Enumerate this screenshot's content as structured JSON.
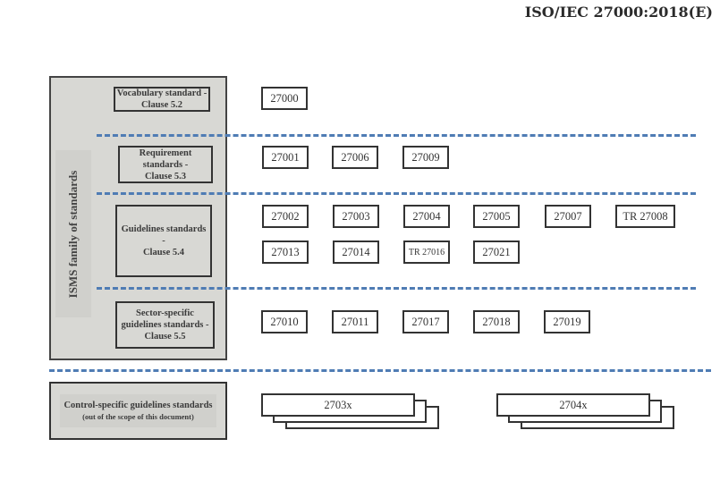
{
  "header": {
    "title": "ISO/IEC 27000:2018(E)"
  },
  "isms_group": {
    "label": "ISMS family of standards"
  },
  "categories": [
    {
      "id": "vocabulary",
      "label": "Vocabulary standard -\nClause 5.2",
      "standards": [
        "27000"
      ]
    },
    {
      "id": "requirement",
      "label": "Requirement\nstandards -\nClause 5.3",
      "standards": [
        "27001",
        "27006",
        "27009"
      ]
    },
    {
      "id": "guidelines",
      "label": "Guidelines standards\n-\nClause 5.4",
      "standards": [
        "27002",
        "27003",
        "27004",
        "27005",
        "27007",
        "TR 27008",
        "27013",
        "27014",
        "TR 27016",
        "27021"
      ]
    },
    {
      "id": "sector",
      "label": "Sector-specific\nguidelines standards -\nClause 5.5",
      "standards": [
        "27010",
        "27011",
        "27017",
        "27018",
        "27019"
      ]
    }
  ],
  "control_specific": {
    "label": "Control-specific guidelines standards",
    "note": "(out of the scope of this document)",
    "series": [
      "2703x",
      "2704x"
    ]
  },
  "colors": {
    "divider": "#4f7cb4",
    "box_fill": "#d8d8d4",
    "border": "#333333"
  }
}
